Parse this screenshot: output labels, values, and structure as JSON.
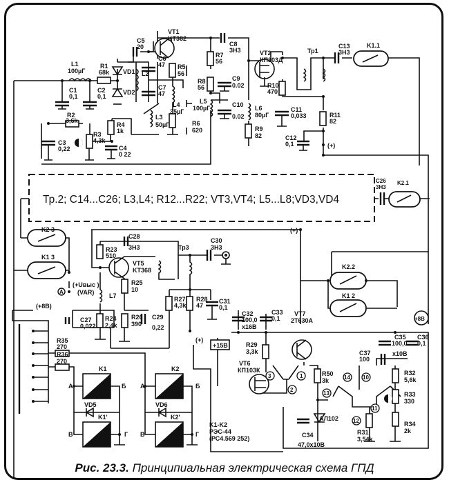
{
  "caption": {
    "prefix": "Рис. 23.3.",
    "title": "Принципиальная электрическая схема ГПД"
  },
  "block_note": "Тр.2; C14...C26; L3,L4; R12...R22; VT3,VT4; L5...L8;VD3,VD4",
  "components": {
    "L1": [
      "L1",
      "100µГ"
    ],
    "R1": [
      "R1",
      "68k"
    ],
    "C1": [
      "C1",
      "0,1"
    ],
    "C2": [
      "C2",
      "0,1"
    ],
    "VD1": "VD1",
    "VD2": "VD2",
    "C5": [
      "C5",
      "20"
    ],
    "L2": "L2",
    "C6": [
      "C6",
      "47"
    ],
    "C7": [
      "C7",
      "47"
    ],
    "VT1": [
      "VT1",
      "KT382"
    ],
    "R5": [
      "R5",
      "56"
    ],
    "L4": [
      "L4",
      "35µГ"
    ],
    "R6": [
      "R6",
      "620"
    ],
    "L3": [
      "L3",
      "50µГ"
    ],
    "R2": [
      "R2",
      "3,6k"
    ],
    "R3": [
      "R3",
      "4,3k"
    ],
    "R4": [
      "R4",
      "1k"
    ],
    "C3": [
      "C3",
      "0,22"
    ],
    "C4": [
      "C4",
      "0 22"
    ],
    "C8": [
      "C8",
      "3H3"
    ],
    "R7": [
      "R7",
      "56"
    ],
    "R8": [
      "R8",
      "56"
    ],
    "C9": [
      "C9",
      "0.02"
    ],
    "C10": [
      "C10",
      "0.02"
    ],
    "L5": [
      "L5",
      "100µГ"
    ],
    "VT2": [
      "VT2",
      "КП303Д"
    ],
    "R10": [
      "R10",
      "470"
    ],
    "L6": [
      "L6",
      "80µГ"
    ],
    "R9": [
      "R9",
      "82"
    ],
    "Tp1": "Тр1",
    "C11": [
      "C11",
      "0,033"
    ],
    "R11": [
      "R11",
      "82"
    ],
    "C12": [
      "C12",
      "0,1"
    ],
    "C13": [
      "C13",
      "3H3"
    ],
    "K1_1": "K1.1",
    "C26": [
      "C26",
      "3H3"
    ],
    "K2_1": "K2.1",
    "K2_3": "K2 3",
    "K1_3": "K1 3",
    "uvys": "(+Uвыс )",
    "var": "(VAR)",
    "pointA": "A",
    "C28": [
      "C28",
      "3H3"
    ],
    "R23": [
      "R23",
      "510"
    ],
    "VT5": [
      "VT5",
      "KT368"
    ],
    "L7": "L7",
    "R25": [
      "R25",
      "10"
    ],
    "Tp3": "Тр3",
    "C30": [
      "C30",
      "3H3"
    ],
    "C27": [
      "C27",
      "0,022"
    ],
    "R24": [
      "R24",
      "2,4k"
    ],
    "R26": [
      "R26",
      "390"
    ],
    "C29": [
      "C29",
      "0,22"
    ],
    "R27": [
      "R27",
      "4,3k"
    ],
    "R28": [
      "R28",
      "47"
    ],
    "C31": [
      "C31",
      "0,1"
    ],
    "K2_2": "K2.2",
    "K1_2": "K1 2",
    "plus8": "(+8B)",
    "plus8b": "+8B",
    "plus15": "+15B",
    "plus": "(+)",
    "R35": [
      "R35",
      "270"
    ],
    "R36": [
      "R36",
      "270"
    ],
    "K1": "K1",
    "K1p": "K1'",
    "K2": "K2",
    "K2p": "K2'",
    "VD5": "VD5",
    "VD6": "VD6",
    "pinA": "A",
    "pinB": "Б",
    "pinV": "В",
    "pinG": "Г",
    "relay_note": [
      "K1-K2",
      "РЭС-44",
      "(РС4.569 252)"
    ],
    "C32": [
      "C32",
      "100,0",
      "x16B"
    ],
    "C33": [
      "C33",
      "0,1"
    ],
    "VT7": [
      "VT7",
      "2T630A"
    ],
    "R29": [
      "R29",
      "3,3k"
    ],
    "VT6": [
      "VT6",
      "КП103К"
    ],
    "C37": [
      "C37",
      "100"
    ],
    "C35": [
      "C35",
      "100,0",
      "x10B"
    ],
    "C36": [
      "C36",
      "0,1"
    ],
    "R50": [
      "R50",
      "3k"
    ],
    "R32": [
      "R32",
      "5,6k"
    ],
    "R33": [
      "R33",
      "330"
    ],
    "R34": [
      "R34",
      "2k"
    ],
    "AL102": "АЛ102",
    "C34": [
      "C34",
      "47,0x10B"
    ],
    "R31": [
      "R31",
      "3,54k"
    ],
    "pins": [
      "3",
      "1",
      "2",
      "14",
      "10",
      "13",
      "11",
      "12"
    ]
  }
}
